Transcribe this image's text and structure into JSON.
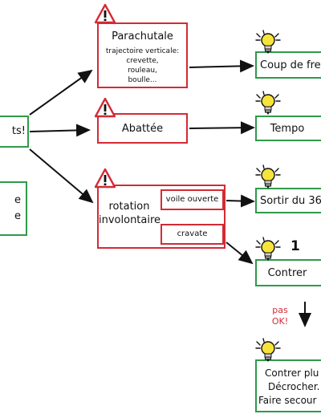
{
  "left_nodes": {
    "top_label": "ts!",
    "bottom_lines": [
      "e",
      "e"
    ]
  },
  "situations": {
    "parachutale": {
      "title": "Parachutale",
      "detail_lines": [
        "trajectoire verticale:",
        "crevette,",
        "rouleau,",
        "boulle..."
      ]
    },
    "abattee": {
      "title": "Abattée"
    },
    "rotation": {
      "title_lines": [
        "rotation",
        "involontaire"
      ],
      "sub_a": "voile ouverte",
      "sub_b": "cravate"
    }
  },
  "actions": {
    "coup": "Coup de frei",
    "tempo": "Tempo",
    "sortir": "Sortir du 36",
    "contrer": "Contrer",
    "final_lines": [
      "Contrer plu",
      "Décrocher.",
      "Faire secour"
    ]
  },
  "step_number": "1",
  "not_ok_lines": [
    "pas",
    "OK!"
  ],
  "colors": {
    "problem": "#d42a35",
    "solution": "#2f9a4a",
    "bulb": "#f7e43a",
    "arrow": "#111111"
  }
}
